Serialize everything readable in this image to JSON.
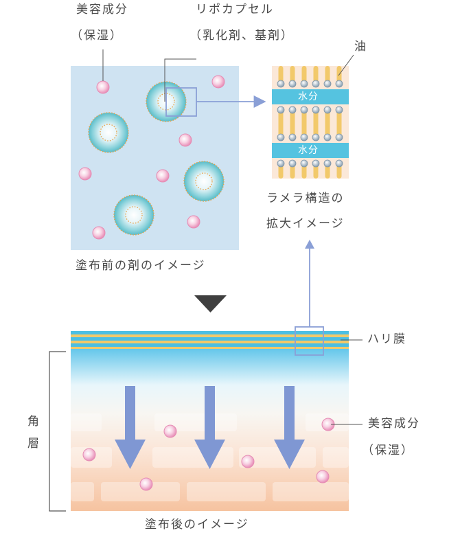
{
  "labels": {
    "ingredient_top": "美容成分",
    "ingredient_top_sub": "（保湿）",
    "liposome": "リポカプセル",
    "liposome_sub": "（乳化剤、基剤）",
    "oil": "油",
    "water": "水分",
    "lamellar_1": "ラメラ構造の",
    "lamellar_2": "拡大イメージ",
    "before_caption": "塗布前の剤のイメージ",
    "film": "ハリ膜",
    "stratum_1": "角",
    "stratum_2": "層",
    "ingredient_bottom": "美容成分",
    "ingredient_bottom_sub": "（保湿）",
    "after_caption": "塗布後のイメージ"
  },
  "colors": {
    "panel_bg": "#cfe3f2",
    "water_band": "#55c3e0",
    "oil_lipid": "#f2c96a",
    "lamella_bg": "#fbe8d8",
    "particle": "#e88fb8",
    "arrow": "#7f97d3",
    "skin_top": "#34b4e2",
    "skin_bottom": "#f6c7a6"
  }
}
